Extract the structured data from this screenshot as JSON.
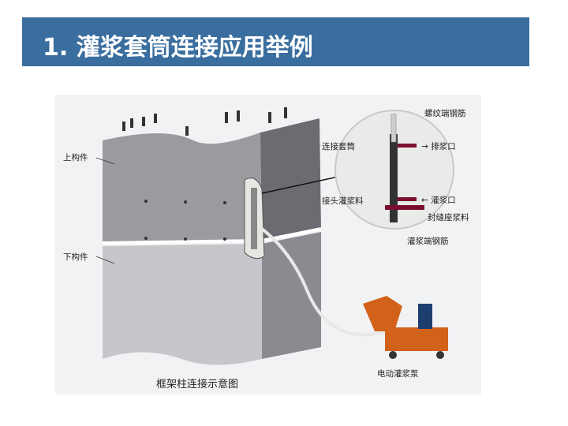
{
  "slide": {
    "title": "1. 灌浆套筒连接应用举例"
  },
  "figure": {
    "labels": {
      "upper_member": "上构件",
      "lower_member": "下构件",
      "threaded_rebar": "螺纹端钢筋",
      "sleeve": "连接套筒",
      "outlet": "→ 排浆口",
      "inlet": "← 灌浆口",
      "joint_grout": "接头灌浆料",
      "seal_grout": "封缝座浆料",
      "grout_end_rebar": "灌浆端钢筋",
      "pump": "电动灌浆泵",
      "caption": "框架柱连接示意图"
    }
  }
}
